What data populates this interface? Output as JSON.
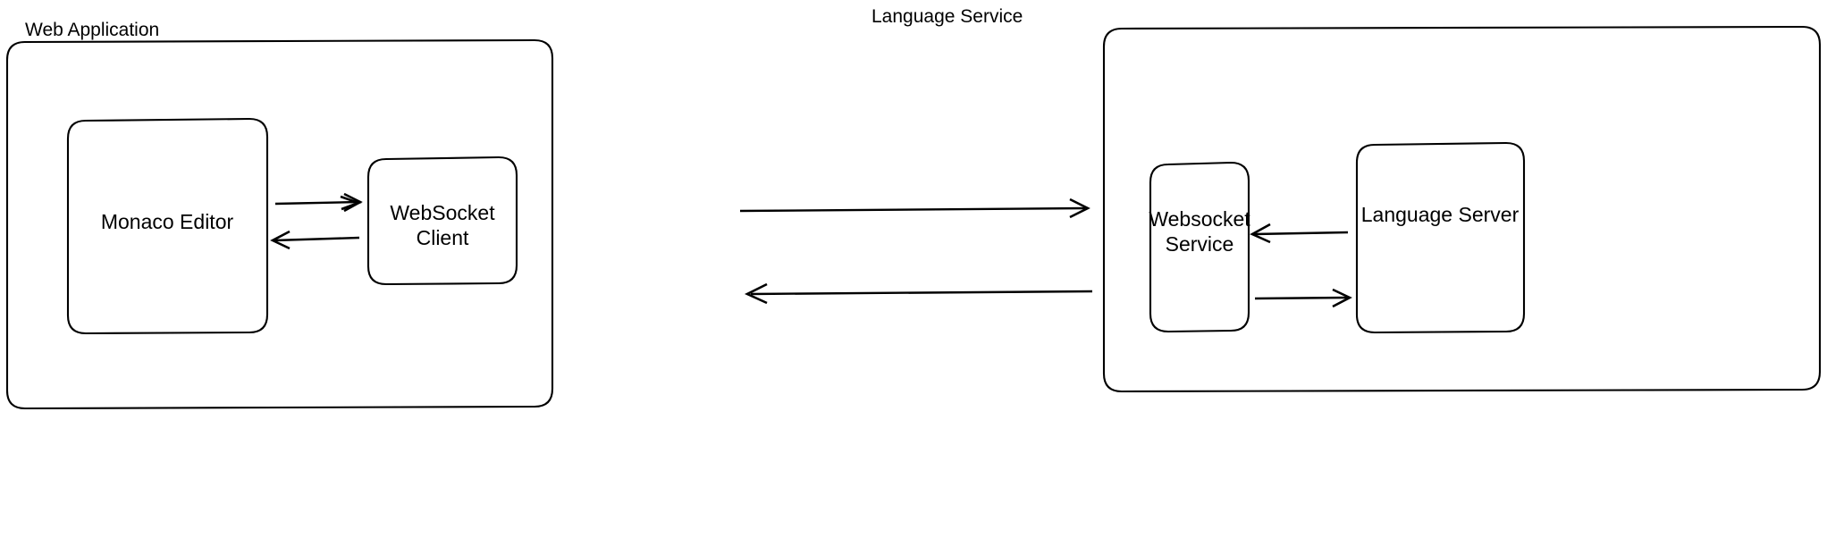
{
  "diagram": {
    "title": "Web Application / Language Service architecture",
    "background_color": "#ffffff",
    "stroke_color": "#000000",
    "groups": [
      {
        "id": "web-application",
        "label": "Web Application",
        "nodes": [
          {
            "id": "monaco-editor",
            "label": "Monaco Editor",
            "lines": [
              "Monaco Editor"
            ]
          },
          {
            "id": "websocket-client",
            "label": "WebSocket Client",
            "lines": [
              "WebSocket",
              "Client"
            ]
          }
        ]
      },
      {
        "id": "language-service",
        "label": "Language Service",
        "nodes": [
          {
            "id": "websocket-service",
            "label": "Websocket Service",
            "lines": [
              "Websocket",
              "Service"
            ]
          },
          {
            "id": "language-server",
            "label": "Language Server",
            "lines": [
              "Language Server"
            ]
          }
        ]
      }
    ],
    "edges": [
      {
        "id": "monaco-to-wsclient",
        "from": "monaco-editor",
        "to": "websocket-client",
        "direction": "right",
        "label": ""
      },
      {
        "id": "wsclient-to-monaco",
        "from": "websocket-client",
        "to": "monaco-editor",
        "direction": "left",
        "label": ""
      },
      {
        "id": "webapp-to-langservice",
        "from": "web-application",
        "to": "language-service",
        "direction": "right",
        "label": ""
      },
      {
        "id": "langservice-to-webapp",
        "from": "language-service",
        "to": "web-application",
        "direction": "left",
        "label": ""
      },
      {
        "id": "langserver-to-wsservice",
        "from": "language-server",
        "to": "websocket-service",
        "direction": "left",
        "label": ""
      },
      {
        "id": "wsservice-to-langserver",
        "from": "websocket-service",
        "to": "language-server",
        "direction": "right",
        "label": ""
      }
    ]
  }
}
